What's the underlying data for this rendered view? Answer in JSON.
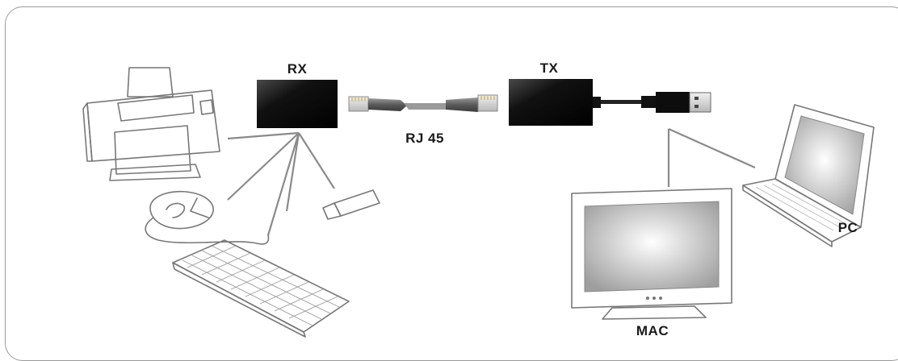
{
  "labels": {
    "rx": "RX",
    "tx": "TX",
    "rj45": "RJ 45",
    "pc": "PC",
    "mac": "MAC"
  },
  "icons": {
    "printer": "printer-icon",
    "mouse": "mouse-icon",
    "keyboard": "keyboard-icon",
    "usb_stick": "usb-stick-icon",
    "usb_plug": "usb-plug-icon",
    "laptop": "laptop-icon",
    "monitor": "monitor-icon",
    "rj45_plug": "rj45-plug-icon"
  },
  "colors": {
    "box_dark": "#1a1a1a",
    "line": "#8a8a8a",
    "frame": "#9a9a9a"
  }
}
